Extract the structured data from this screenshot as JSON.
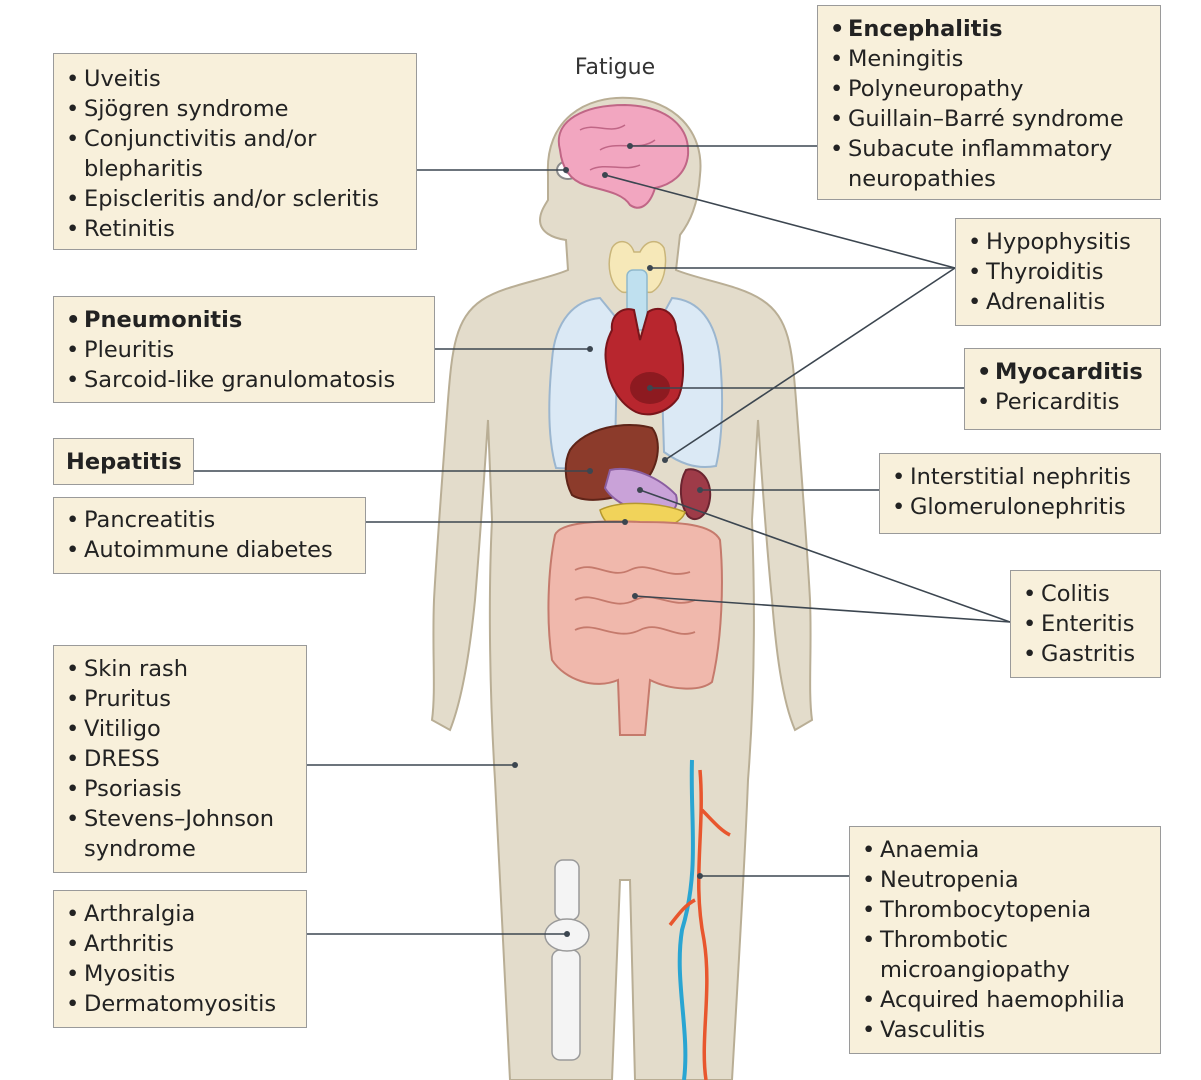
{
  "title": "Fatigue",
  "boxes": {
    "eye": [
      {
        "text": "Uveitis",
        "bold": false
      },
      {
        "text": "Sjögren syndrome",
        "bold": false
      },
      {
        "text": "Conjunctivitis and/or\nblepharitis",
        "bold": false
      },
      {
        "text": "Episcleritis and/or scleritis",
        "bold": false
      },
      {
        "text": "Retinitis",
        "bold": false
      }
    ],
    "brain": [
      {
        "text": "Encephalitis",
        "bold": true
      },
      {
        "text": "Meningitis",
        "bold": false
      },
      {
        "text": "Polyneuropathy",
        "bold": false
      },
      {
        "text": "Guillain–Barré syndrome",
        "bold": false
      },
      {
        "text": "Subacute inflammatory\nneuropathies",
        "bold": false
      }
    ],
    "endocrine": [
      {
        "text": "Hypophysitis",
        "bold": false
      },
      {
        "text": "Thyroiditis",
        "bold": false
      },
      {
        "text": "Adrenalitis",
        "bold": false
      }
    ],
    "lung": [
      {
        "text": "Pneumonitis",
        "bold": true
      },
      {
        "text": "Pleuritis",
        "bold": false
      },
      {
        "text": "Sarcoid-like granulomatosis",
        "bold": false
      }
    ],
    "heart": [
      {
        "text": "Myocarditis",
        "bold": true
      },
      {
        "text": "Pericarditis",
        "bold": false
      }
    ],
    "liver": "Hepatitis",
    "kidney": [
      {
        "text": "Interstitial nephritis",
        "bold": false
      },
      {
        "text": "Glomerulonephritis",
        "bold": false
      }
    ],
    "pancreas": [
      {
        "text": "Pancreatitis",
        "bold": false
      },
      {
        "text": "Autoimmune diabetes",
        "bold": false
      }
    ],
    "gut": [
      {
        "text": "Colitis",
        "bold": false
      },
      {
        "text": "Enteritis",
        "bold": false
      },
      {
        "text": "Gastritis",
        "bold": false
      }
    ],
    "skin": [
      {
        "text": "Skin rash",
        "bold": false
      },
      {
        "text": "Pruritus",
        "bold": false
      },
      {
        "text": "Vitiligo",
        "bold": false
      },
      {
        "text": "DRESS",
        "bold": false
      },
      {
        "text": "Psoriasis",
        "bold": false
      },
      {
        "text": "Stevens–Johnson\nsyndrome",
        "bold": false
      }
    ],
    "joint": [
      {
        "text": "Arthralgia",
        "bold": false
      },
      {
        "text": "Arthritis",
        "bold": false
      },
      {
        "text": "Myositis",
        "bold": false
      },
      {
        "text": "Dermatomyositis",
        "bold": false
      }
    ],
    "blood": [
      {
        "text": "Anaemia",
        "bold": false
      },
      {
        "text": "Neutropenia",
        "bold": false
      },
      {
        "text": "Thrombocytopenia",
        "bold": false
      },
      {
        "text": "Thrombotic\nmicroangiopathy",
        "bold": false
      },
      {
        "text": "Acquired haemophilia",
        "bold": false
      },
      {
        "text": "Vasculitis",
        "bold": false
      }
    ]
  },
  "colors": {
    "body": "#e3dccb",
    "box": "#f8f0db",
    "line": "#3c4650",
    "lung": "#dbe9f5",
    "heart": "#b8262e",
    "brain": "#f2a6c0",
    "intestine": "#f0b8ac",
    "liver": "#8c3b2b",
    "stomach": "#c9a2d8",
    "pancreas": "#f1d35a",
    "thyroid": "#f6e8b8",
    "vein": "#2aa5d2",
    "artery": "#e8562e"
  }
}
